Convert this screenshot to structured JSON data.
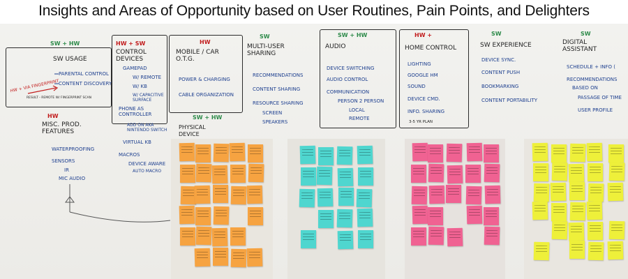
{
  "title": "Insights and Areas of Opportunity based on User Routines, Pain Points, and Delighters",
  "colors": {
    "orange_note": "#f6a341",
    "cyan_note": "#4fd6cf",
    "pink_note": "#f06292",
    "yellow_note": "#eef03a",
    "marker_blue": "#1d3f8f",
    "marker_red": "#c21d1d",
    "marker_green": "#2e8b4a"
  },
  "whiteboard": {
    "sw_usage": {
      "tag": "SW + HW",
      "header": "SW USAGE",
      "items": [
        "PARENTAL CONTROL",
        "CONTENT DISCOVERY"
      ],
      "annotation": "HW + VIA FINGERPRINT",
      "footnote": "RESULT - REMOTE W/ FINGERPRINT SCAN"
    },
    "control_devices": {
      "tag": "HW + SW",
      "header": "CONTROL DEVICES",
      "items": [
        "GAMEPAD",
        "W/ REMOTE",
        "W/ KB",
        "W/ CAPACITIVE SURFACE",
        "PHONE AS CONTROLLER",
        "ADD ON AKA NINTENDO SWITCH",
        "VIRTUAL KB",
        "MACROS",
        "DEVICE AWARE",
        "AUTO MACRO"
      ]
    },
    "misc": {
      "tag": "HW",
      "header": "MISC. PROD. FEATURES",
      "items": [
        "WATERPROOFING",
        "SENSORS",
        "IR",
        "MIC AUDIO"
      ]
    },
    "mobile": {
      "tag": "HW",
      "header": "MOBILE / CAR O.T.G.",
      "items": [
        "POWER & CHARGING",
        "CABLE ORGANIZATION"
      ]
    },
    "physical": {
      "tag": "SW + HW",
      "header": "PHYSICAL DEVICE"
    },
    "multi_user": {
      "tag": "SW",
      "header": "MULTI-USER SHARING",
      "items": [
        "RECOMMENDATIONS",
        "CONTENT SHARING",
        "RESOURCE SHARING",
        "SCREEN",
        "SPEAKERS"
      ]
    },
    "audio": {
      "tag": "SW + HW",
      "header": "AUDIO",
      "items": [
        "DEVICE SWITCHING",
        "AUDIO CONTROL",
        "COMMUNICATION",
        "PERSON 2 PERSON",
        "LOCAL",
        "REMOTE"
      ]
    },
    "home": {
      "tag": "HW +",
      "header": "HOME CONTROL",
      "items": [
        "LIGHTING",
        "GOOGLE HM",
        "SOUND",
        "DEVICE CMD.",
        "INFO. SHARING"
      ],
      "footnote": "3-5 YR PLAN"
    },
    "sw_experience": {
      "tag": "SW",
      "header": "SW EXPERIENCE",
      "items": [
        "DEVICE SYNC.",
        "CONTENT PUSH",
        "BOOKMARKING",
        "CONTENT PORTABILITY"
      ]
    },
    "assistant": {
      "tag": "SW",
      "header": "DIGITAL ASSISTANT",
      "items": [
        "SCHEDULE + INFO (",
        "RECOMMENDATIONS",
        "BASED ON",
        "PASSAGE OF TIME",
        "USER PROFILE"
      ]
    }
  }
}
